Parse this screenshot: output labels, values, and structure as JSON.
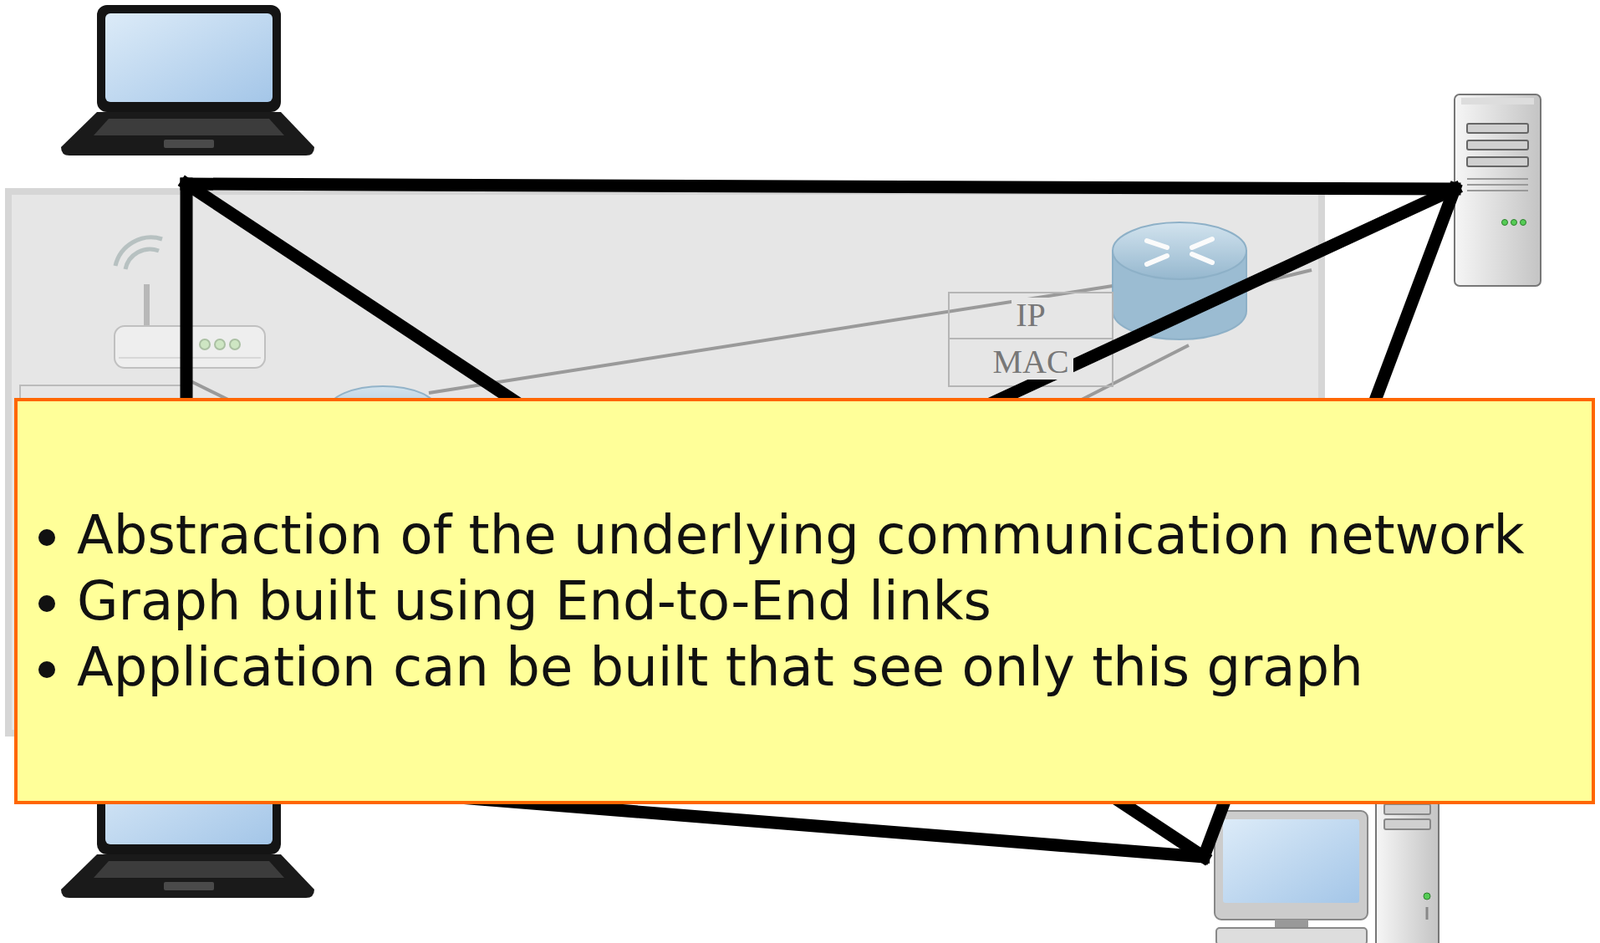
{
  "diagram": {
    "nodes": [
      {
        "text": [
          "Abstraction of the underlying communication network",
          "Graph built using End-to-End links",
          "Application can be built that see only this graph"
        ]
      }
    ],
    "labels": [
      "IP",
      "MAC"
    ]
  }
}
